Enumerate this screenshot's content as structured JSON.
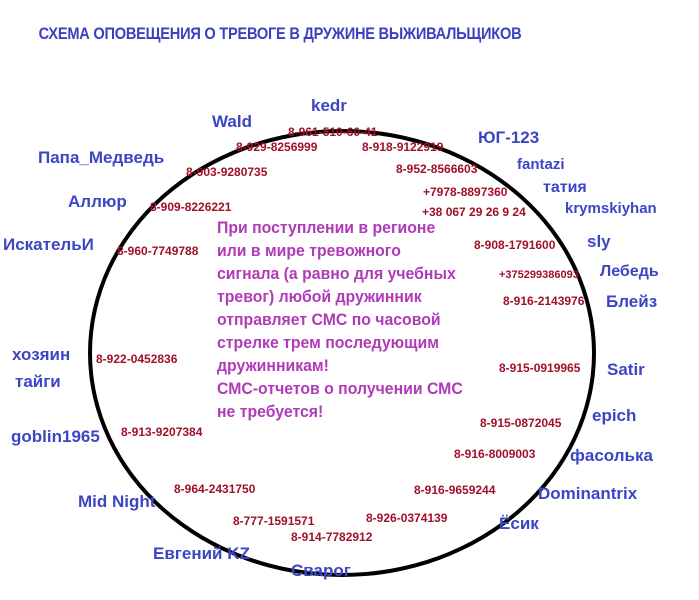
{
  "title": "СХЕМА ОПОВЕЩЕНИЯ О ТРЕВОГЕ В ДРУЖИНЕ ВЫЖИВАЛЬЩИКОВ",
  "nicknames": [
    "kedr",
    "Wald",
    "ЮГ-123",
    "Папа_Медведь",
    "fantazi",
    "татия",
    "Аллюр",
    "krymskiyhan",
    "ИскательИ",
    "sly",
    "Лебедь",
    "Блейз",
    "хозяин",
    "тайги",
    "Satir",
    "epich",
    "goblin1965",
    "фасолька",
    "Dominantrix",
    "Mid Night",
    "Ёсик",
    "Евгений KZ",
    "Сварог"
  ],
  "phones": [
    "8-961-510-60-41",
    "8-929-8256999",
    "8-918-9122919",
    "8-903-9280735",
    "8-952-8566603",
    "+7978-8897360",
    "8-909-8226221",
    "+38 067 29 26 9 24",
    "8-960-7749788",
    "8-908-1791600",
    "+375299386093",
    "8-916-2143976",
    "8-922-0452836",
    "8-915-0919965",
    "8-915-0872045",
    "8-913-9207384",
    "8-916-8009003",
    "8-964-2431750",
    "8-916-9659244",
    "8-777-1591571",
    "8-926-0374139",
    "8-914-7782912"
  ],
  "message": [
    "При поступлении в регионе",
    "или в мире тревожного",
    "сигнала (а равно для учебных",
    "тревог) любой дружинник",
    "отправляет СМС по часовой",
    "стрелке трем последующим",
    "дружинникам!",
    "СМС-отчетов о получении СМС",
    "не требуется!"
  ],
  "colors": {
    "nickname": "#3b46c4",
    "phone": "#a0102a",
    "message": "#b03ab8",
    "title": "#3b3fc0",
    "circle": "#000000"
  }
}
